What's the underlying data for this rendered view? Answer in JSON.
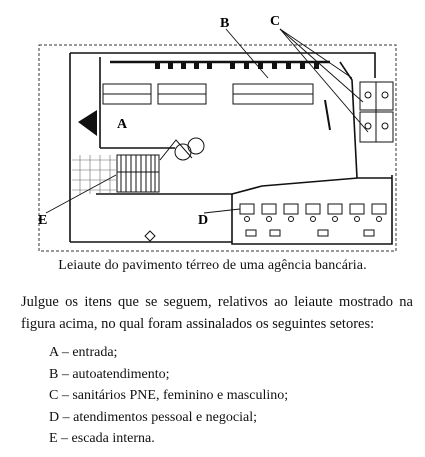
{
  "figure": {
    "labels": {
      "A": "A",
      "B": "B",
      "C": "C",
      "D": "D",
      "E": "E"
    }
  },
  "caption": "Leiaute do pavimento térreo de uma agência bancária.",
  "intro": "Julgue os itens que se seguem, relativos ao leiaute mostrado na figura acima, no qual foram assinalados os seguintes setores:",
  "items": [
    "A – entrada;",
    "B – autoatendimento;",
    "C – sanitários PNE, feminino e masculino;",
    "D – atendimentos pessoal e negocial;",
    "E – escada interna."
  ]
}
